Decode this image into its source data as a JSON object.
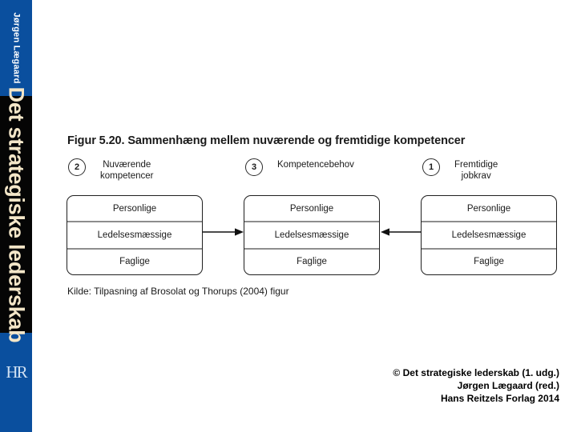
{
  "spine": {
    "author": "Jørgen Lægaard",
    "book_title": "Det strategiske lederskab",
    "publisher_logo": "HR",
    "blue": "#0a4f9e",
    "black": "#050505",
    "title_color": "#f3e6c8"
  },
  "figure": {
    "title": "Figur 5.20. Sammenhæng mellem nuværende og fremtidige kompetencer",
    "source": "Kilde: Tilpasning af Brosolat og Thorups (2004) figur",
    "columns": [
      {
        "number": "2",
        "label_line1": "Nuværende",
        "label_line2": "kompetencer"
      },
      {
        "number": "3",
        "label_line1": "Kompetencebehov",
        "label_line2": ""
      },
      {
        "number": "1",
        "label_line1": "Fremtidige",
        "label_line2": "jobkrav"
      }
    ],
    "box_rows": [
      "Personlige",
      "Ledelsesmæssige",
      "Faglige"
    ],
    "arrows": [
      {
        "name": "arrow-left-to-center",
        "direction": "right"
      },
      {
        "name": "arrow-right-to-center",
        "direction": "left"
      }
    ]
  },
  "copyright": {
    "line1": "© Det strategiske lederskab (1. udg.)",
    "line2": "Jørgen Lægaard (red.)",
    "line3": "Hans Reitzels Forlag 2014"
  }
}
